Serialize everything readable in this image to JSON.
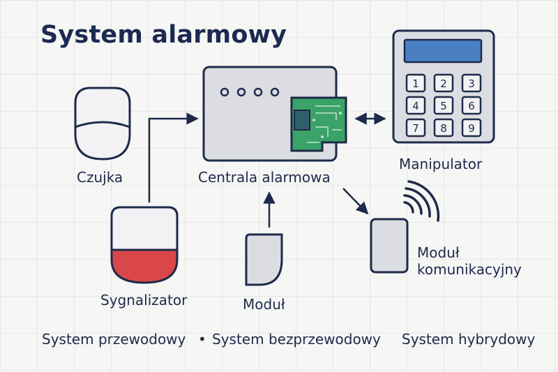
{
  "title": "System alarmowy",
  "nodes": {
    "sensor": "Czujka",
    "siren": "Sygnalizator",
    "panel": "Centrala alarmowa",
    "keypad": "Manipulator",
    "module": "Moduł",
    "comm_module_line1": "Moduł",
    "comm_module_line2": "komunikacyjny"
  },
  "keypad_keys": [
    "1",
    "2",
    "3",
    "4",
    "5",
    "6",
    "7",
    "8",
    "9"
  ],
  "footer": {
    "wired": "System przewodowy",
    "separator": "•",
    "wireless": "System bezprzewodowy",
    "hybrid": "System hybrydowy"
  },
  "colors": {
    "stroke": "#1d2a4a",
    "device_fill": "#dcdde2",
    "sensor_fill": "#f2f2f4",
    "siren_red": "#d9474b",
    "display_blue": "#4a7fc4",
    "pcb_green": "#3ba268",
    "pcb_chip": "#2f5f6b"
  },
  "icons": [
    "pir-sensor-icon",
    "siren-icon",
    "control-panel-icon",
    "keypad-icon",
    "module-icon",
    "wireless-signal-icon"
  ]
}
